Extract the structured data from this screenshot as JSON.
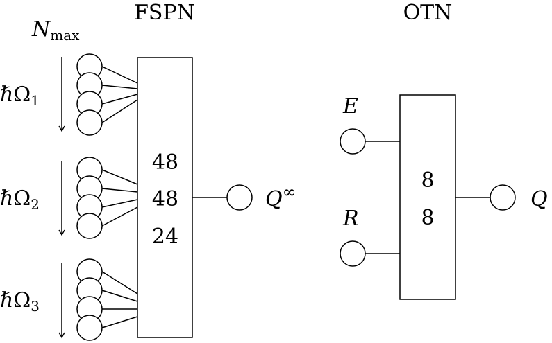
{
  "fspn": {
    "title": "FSPN",
    "nmax_symbol": "N",
    "nmax_subscript": "max",
    "groups": [
      {
        "hbar": "ℏ",
        "omega": "Ω",
        "index": "1"
      },
      {
        "hbar": "ℏ",
        "omega": "Ω",
        "index": "2"
      },
      {
        "hbar": "ℏ",
        "omega": "Ω",
        "index": "3"
      }
    ],
    "layers": [
      "48",
      "48",
      "24"
    ],
    "output_symbol": "Q",
    "output_superscript": "∞"
  },
  "otn": {
    "title": "OTN",
    "inputs": [
      "E",
      "R"
    ],
    "layers": [
      "8",
      "8"
    ],
    "output_symbol": "Q"
  }
}
